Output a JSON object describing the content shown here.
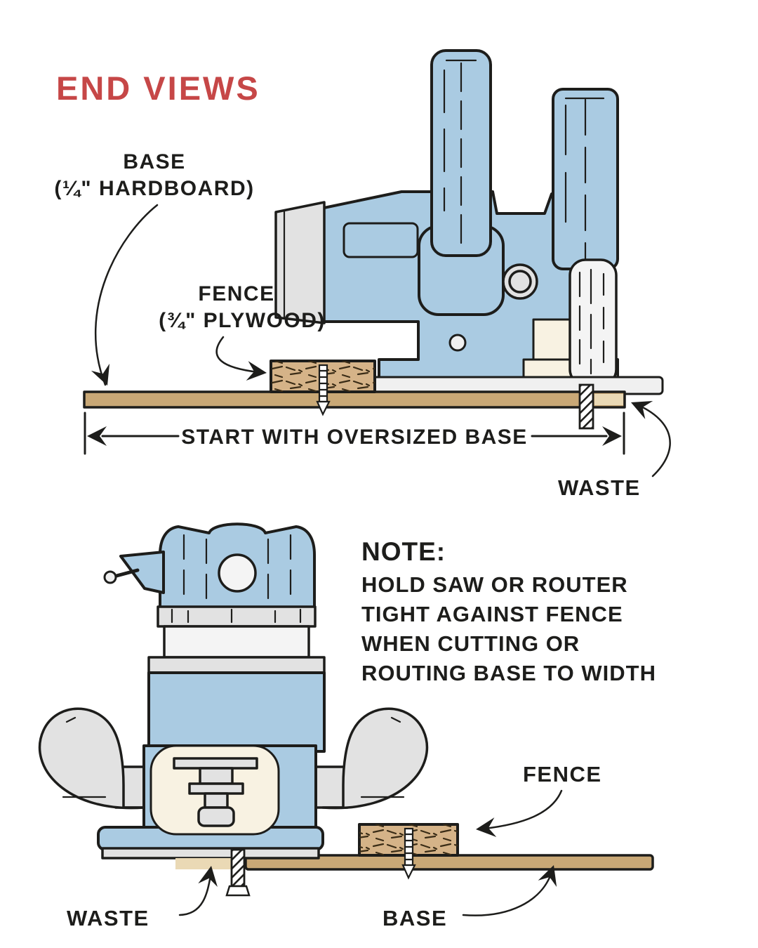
{
  "title": "END VIEWS",
  "colors": {
    "title_red": "#c64747",
    "tool_blue": "#aacbe2",
    "outline_black": "#1d1d1b",
    "board_tan": "#c9a876",
    "waste_tan": "#ead9b5",
    "fence_plywood_tan": "#d5b388",
    "metal_gray": "#e2e2e2",
    "cream_white": "#f8f2e2"
  },
  "top_view": {
    "name": "jigsaw-end-view",
    "base_label": {
      "line1": "BASE",
      "line2": "(¼\" HARDBOARD)"
    },
    "fence_label": {
      "line1": "FENCE",
      "line2": "(¾\" PLYWOOD)"
    },
    "dimension_label": "START WITH OVERSIZED BASE",
    "waste_label": "WASTE"
  },
  "bottom_view": {
    "name": "router-end-view",
    "note": {
      "title": "NOTE:",
      "lines": [
        "HOLD SAW OR ROUTER",
        "TIGHT AGAINST FENCE",
        "WHEN CUTTING OR",
        "ROUTING BASE TO WIDTH"
      ]
    },
    "fence_label": "FENCE",
    "waste_label": "WASTE",
    "base_label": "BASE"
  }
}
